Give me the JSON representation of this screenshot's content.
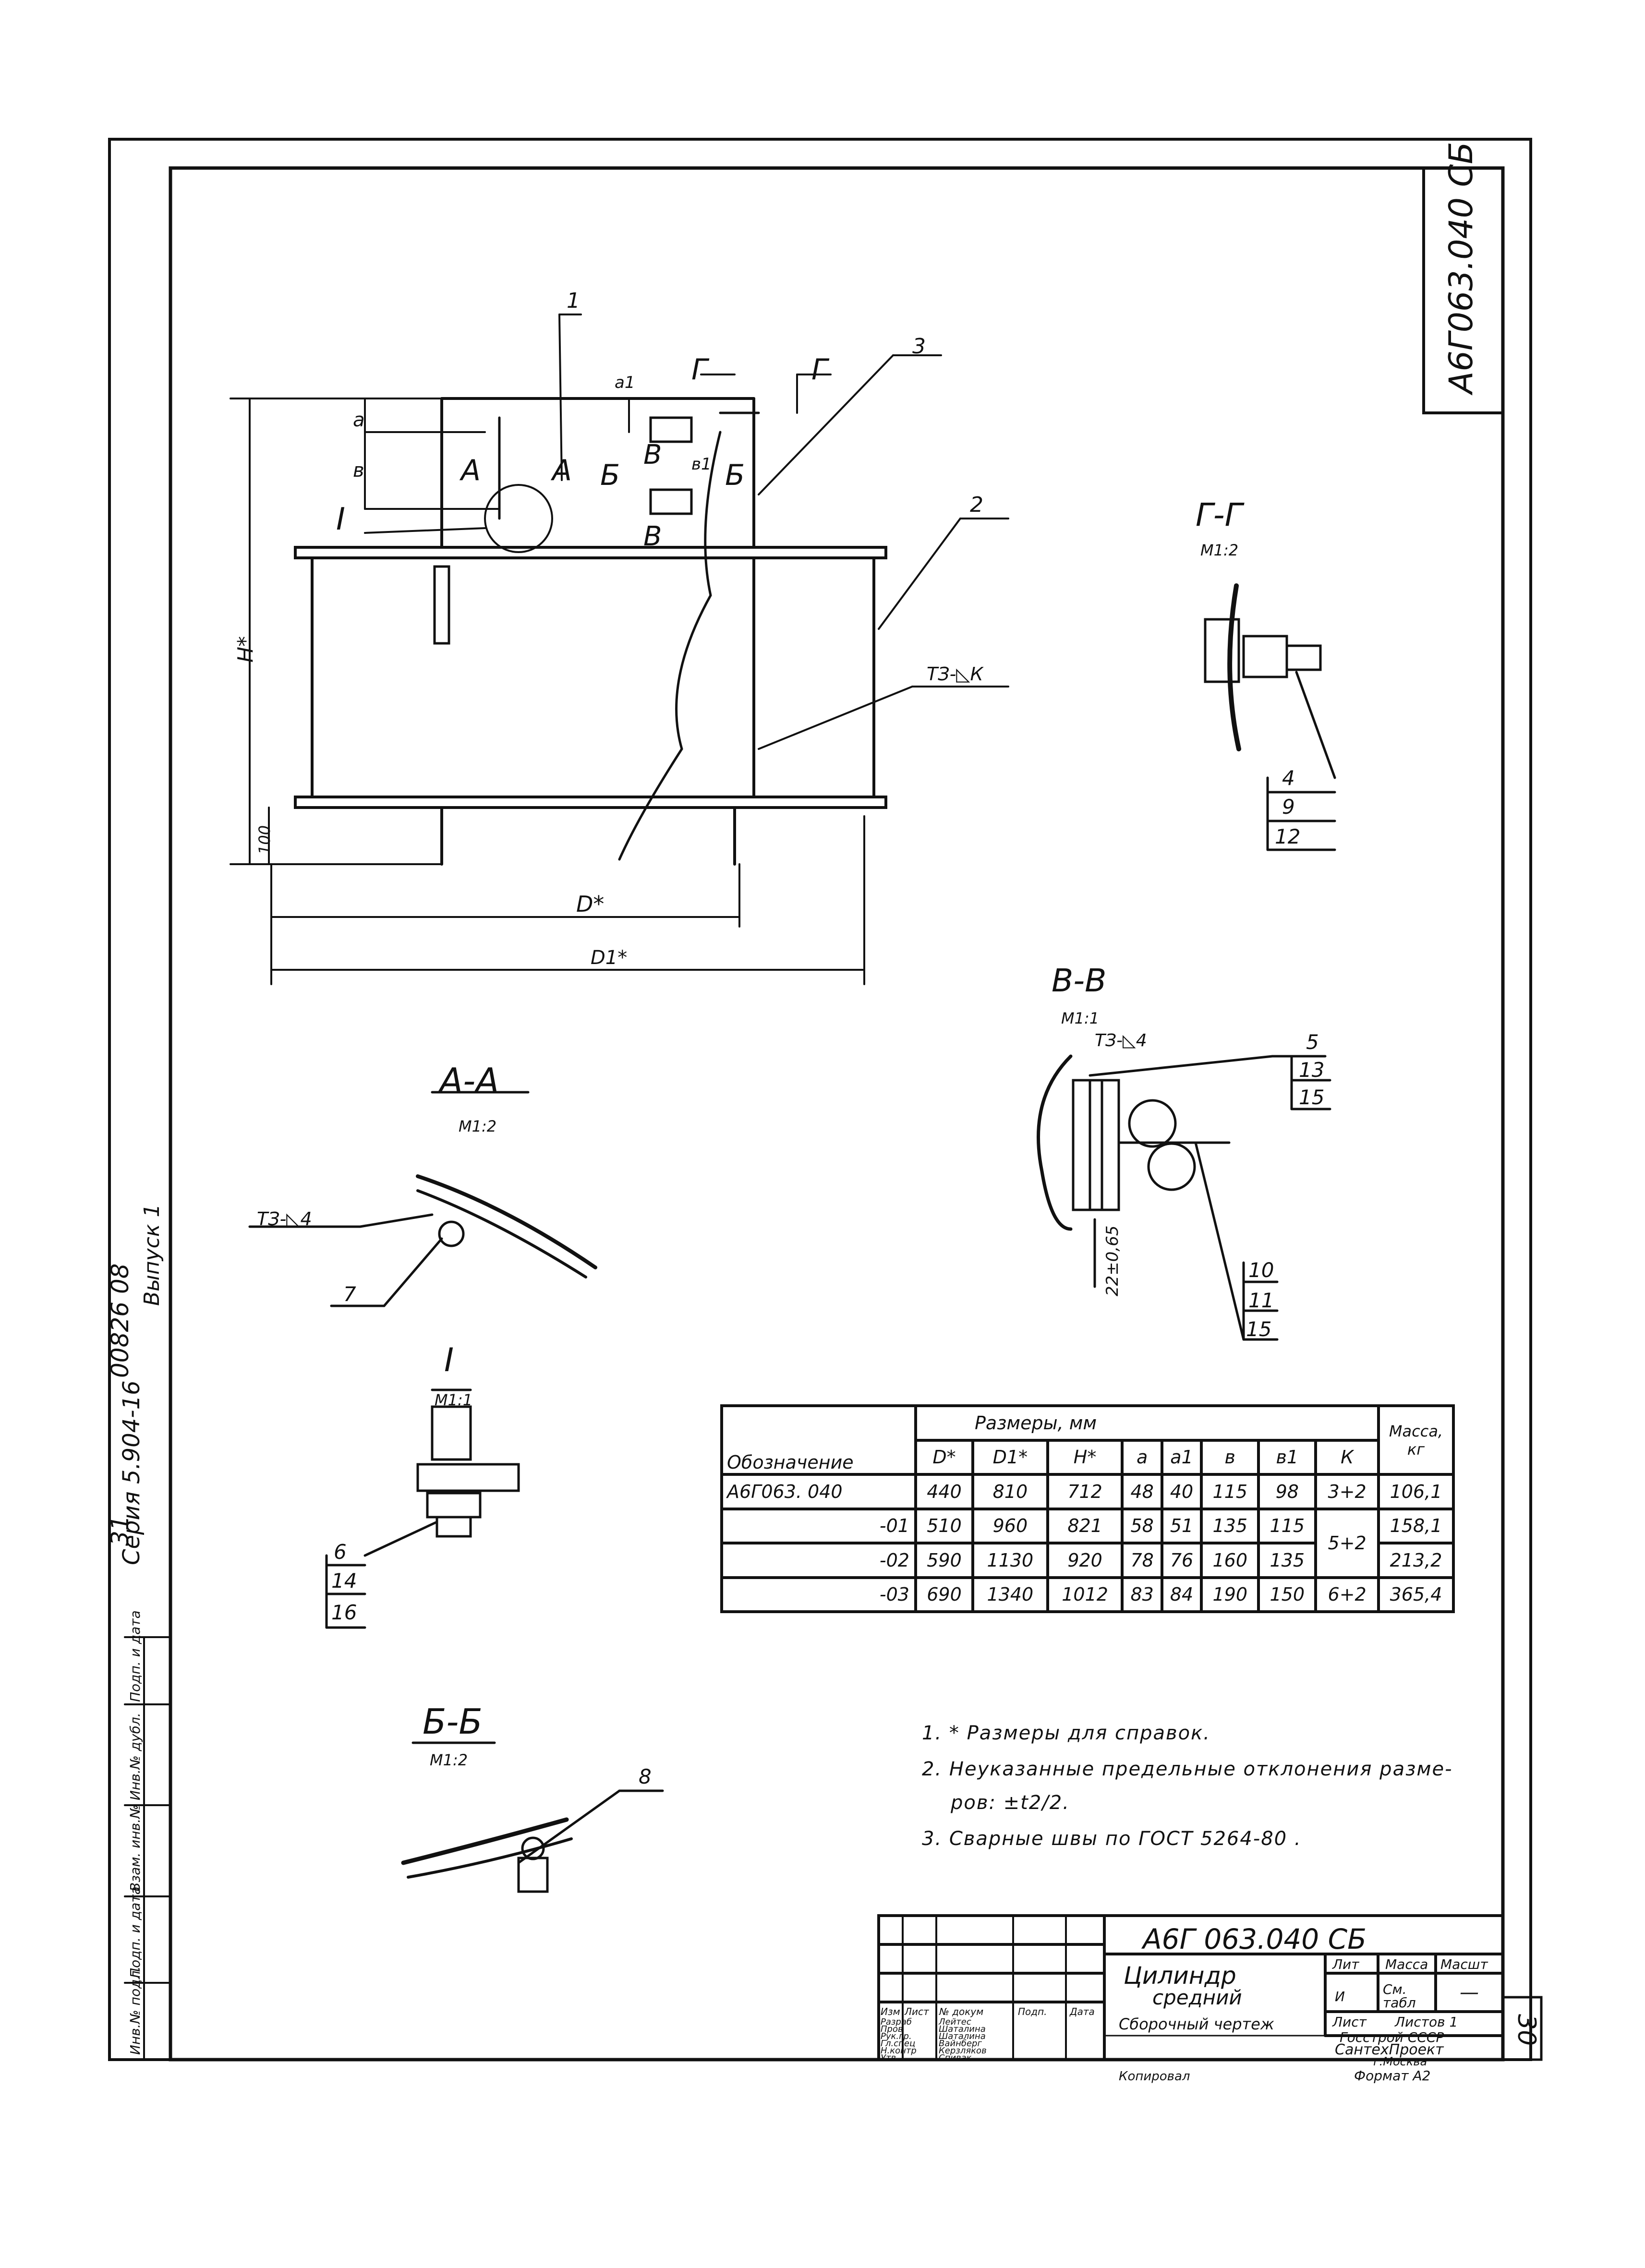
{
  "doc": {
    "stamp_code": "А6Г063.040 СБ",
    "series": "Серия 5.904-16",
    "issue": "Выпуск 1",
    "inv_code": "31",
    "archive_num": "00826 08",
    "sheet_num": "30"
  },
  "views": {
    "main": {
      "pos1": "1",
      "pos2": "2",
      "pos3": "3",
      "label_a": "А",
      "label_b": "Б",
      "label_v": "В",
      "label_g": "Г",
      "label_I": "I",
      "dim_a": "а",
      "dim_a1": "а1",
      "dim_v": "в",
      "dim_v1": "в1",
      "dim_h": "Н*",
      "dim_100": "100",
      "dim_d": "D*",
      "dim_d1": "D1*",
      "weld": "ТЗ-◺К"
    },
    "gg": {
      "title": "Г-Г",
      "scale": "М1:2",
      "p1": "4",
      "p2": "9",
      "p3": "12"
    },
    "vv": {
      "title": "В-В",
      "scale": "М1:1",
      "weld": "ТЗ-◺4",
      "p1": "5",
      "p2": "13",
      "p3": "15",
      "p4": "10",
      "p5": "11",
      "p6": "15",
      "dim": "22±0,65"
    },
    "aa": {
      "title": "А-А",
      "scale": "М1:2",
      "weld": "ТЗ-◺4",
      "pos": "7"
    },
    "one": {
      "title": "I",
      "scale": "М1:1",
      "p1": "6",
      "p2": "14",
      "p3": "16"
    },
    "bb": {
      "title": "Б-Б",
      "scale": "М1:2",
      "pos": "8"
    }
  },
  "table": {
    "header_group": "Размеры,   мм",
    "col_designation": "Обозначение",
    "col_mass": "Масса, кг",
    "cols": [
      "D*",
      "D1*",
      "Н*",
      "а",
      "а1",
      "в",
      "в1",
      "К"
    ],
    "rows": [
      {
        "name": "А6Г063. 040",
        "vals": [
          "440",
          "810",
          "712",
          "48",
          "40",
          "115",
          "98",
          "3+2",
          "106,1"
        ]
      },
      {
        "name": "-01",
        "vals": [
          "510",
          "960",
          "821",
          "58",
          "51",
          "135",
          "115",
          "5+2",
          "158,1"
        ]
      },
      {
        "name": "-02",
        "vals": [
          "590",
          "1130",
          "920",
          "78",
          "76",
          "160",
          "135",
          "",
          "213,2"
        ]
      },
      {
        "name": "-03",
        "vals": [
          "690",
          "1340",
          "1012",
          "83",
          "84",
          "190",
          "150",
          "6+2",
          "365,4"
        ]
      }
    ]
  },
  "notes": [
    "1. * Размеры для справок.",
    "2. Неуказанные  предельные  отклонения  разме-",
    "ров: ±t2/2.",
    "3. Сварные   швы   по  ГОСТ 5264-80 ."
  ],
  "title_block": {
    "code": "А6Г 063.040 СБ",
    "name1": "Цилиндр",
    "name2": "средний",
    "name3": "Сборочный чертеж",
    "lit_hdr": "Лит",
    "mass_hdr": "Масса",
    "scale_hdr": "Масшт",
    "lit_val": "И",
    "mass_val": "См. табл",
    "scale_val": "—",
    "sheet": "Лист",
    "sheets": "Листов 1",
    "org1": "Госстрой СССР",
    "org2": "СантехПроект",
    "org3": "г.Москва",
    "role_hdrs": [
      "Изм",
      "Лист",
      "№ докум",
      "Подп.",
      "Дата"
    ],
    "roles": [
      "Разраб",
      "Пров",
      "Рук.гр.",
      "Гл.спец",
      "Н.контр",
      "Утв"
    ],
    "people": [
      "Лейтес",
      "Шаталина",
      "Шаталина",
      "Вайнберг",
      "Керзляков",
      "Спивак"
    ],
    "copied": "Копировал",
    "format": "Формат А2"
  },
  "side_stamp": {
    "labels": [
      "Инв.№ подл.",
      "Подп. и дата",
      "Взам. инв.№",
      "Инв.№ дубл.",
      "Подп. и дата"
    ]
  }
}
